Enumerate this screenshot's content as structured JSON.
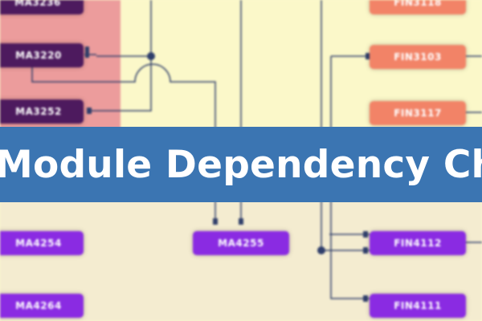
{
  "banner": {
    "title": "Module Dependency Char"
  },
  "nodes": {
    "ma3236": "MA3236",
    "ma3220": "MA3220",
    "ma3252": "MA3252",
    "ma4254": "MA4254",
    "ma4255": "MA4255",
    "ma4264": "MA4264",
    "fin3118": "FIN3118",
    "fin3103": "FIN3103",
    "fin3117": "FIN3117",
    "fin4112": "FIN4112",
    "fin4111": "FIN4111"
  },
  "colors": {
    "banner": "#3b75b2",
    "dark_module": "#4d1a5e",
    "violet_module": "#8a2be2",
    "orange_module": "#f28367",
    "pink_region": "#ec9c9c",
    "yellow_region": "#fbf8c9",
    "tan_region": "#f4ecd0",
    "connector": "#2f3e6b"
  }
}
